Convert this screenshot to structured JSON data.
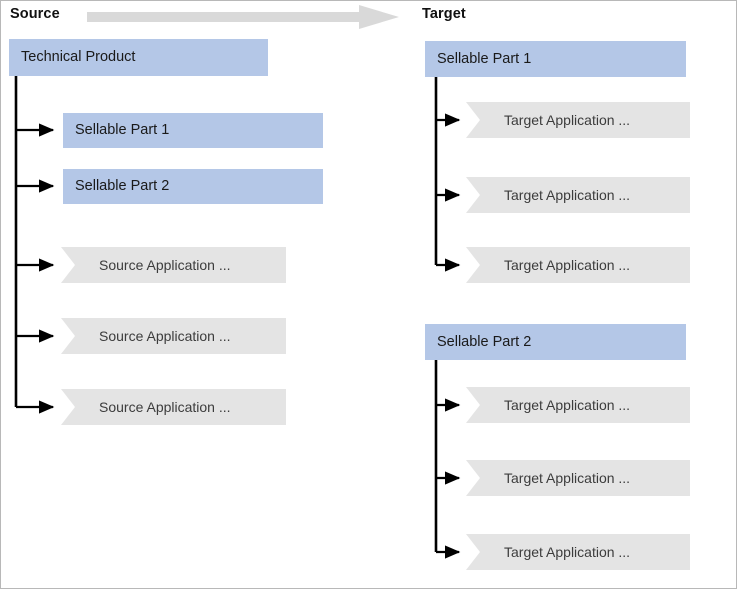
{
  "diagram": {
    "title_source": "Source",
    "title_target": "Target",
    "flow_arrow_icon": "right-arrow-icon",
    "colors": {
      "blue_box": "#b4c7e7",
      "grey_box": "#e4e4e4",
      "flow_arrow": "#d9d9d9",
      "connector_line": "#000000",
      "border": "#b8b8b8",
      "heading_text": "#111111",
      "blue_box_text": "#1a1a1a",
      "grey_box_text": "#3c3c3c"
    }
  },
  "source": {
    "heading": "Source",
    "root": {
      "label": "Technical Product",
      "type": "blue-box"
    },
    "sellable_parts": [
      {
        "label": "Sellable Part 1",
        "type": "blue-box"
      },
      {
        "label": "Sellable Part 2",
        "type": "blue-box"
      }
    ],
    "applications": [
      {
        "label": "Source Application ...",
        "type": "chevron-box"
      },
      {
        "label": "Source Application ...",
        "type": "chevron-box"
      },
      {
        "label": "Source Application ...",
        "type": "chevron-box"
      }
    ]
  },
  "target": {
    "heading": "Target",
    "groups": [
      {
        "label": "Sellable Part 1",
        "type": "blue-box",
        "applications": [
          {
            "label": "Target Application ...",
            "type": "chevron-box"
          },
          {
            "label": "Target Application ...",
            "type": "chevron-box"
          },
          {
            "label": "Target Application ...",
            "type": "chevron-box"
          }
        ]
      },
      {
        "label": "Sellable Part 2",
        "type": "blue-box",
        "applications": [
          {
            "label": "Target Application ...",
            "type": "chevron-box"
          },
          {
            "label": "Target Application ...",
            "type": "chevron-box"
          },
          {
            "label": "Target Application ...",
            "type": "chevron-box"
          }
        ]
      }
    ]
  }
}
